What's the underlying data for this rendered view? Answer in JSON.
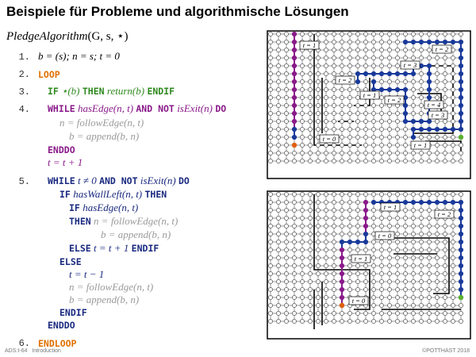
{
  "slide": {
    "title": "Beispiele für Probleme und algorithmische Lösungen",
    "algorithm_name": "PledgeAlgorithm",
    "algorithm_args": "(G, s, ⋆)"
  },
  "code": {
    "numbers": [
      "1.",
      "2.",
      "3.",
      "4.",
      "5.",
      "6."
    ],
    "l1": "b = (s);  n = s;  t = 0",
    "l2_loop": "LOOP",
    "l3_if": "IF",
    "l3_cond": "⋆(b)",
    "l3_then": "THEN",
    "l3_ret": "return",
    "l3_retarg": "(b)",
    "l3_endif": "ENDIF",
    "l4_while": "WHILE",
    "l4_hasedge": "hasEdge",
    "l4_args": "(n, t)",
    "l4_andnot": "AND NOT",
    "l4_isexit": "isExit",
    "l4_isexitarg": "(n)",
    "l4_do": "DO",
    "l4_follow": "n = followEdge(n, t)",
    "l4_append": "b = append(b, n)",
    "l4_enddo": "ENDDO",
    "l4_inc": "t = t + 1",
    "l5_while": "WHILE",
    "l5_cond": "t ≠ 0",
    "l5_andnot": "AND NOT",
    "l5_isexit": "isExit",
    "l5_isexitarg": "(n)",
    "l5_do": "DO",
    "l5_if": "IF",
    "l5_haswallleft": "hasWallLeft",
    "l5_args": "(n, t)",
    "l5_then": "THEN",
    "l5_if2": "IF",
    "l5_hasedge": "hasEdge",
    "l5_args2": "(n, t)",
    "l5_then2": "THEN",
    "l5_follow": "n = followEdge(n, t)",
    "l5_append": "b = append(b, n)",
    "l5_else": "ELSE",
    "l5_inc": "t = t + 1",
    "l5_endif": "ENDIF",
    "l5_else2": "ELSE",
    "l5_dec": "t = t − 1",
    "l5_follow2": "n = followEdge(n, t)",
    "l5_append2": "b = append(b, n)",
    "l5_endif2": "ENDIF",
    "l5_enddo": "ENDDO",
    "l6": "ENDLOOP"
  },
  "maze_top": {
    "labels": [
      "t = 1",
      "t = 2",
      "t = 3",
      "t = 2",
      "t = 1",
      "t = 2",
      "t = 4",
      "t = 3",
      "t = 0",
      "t = 1"
    ]
  },
  "maze_bottom": {
    "labels": [
      "t = 1",
      "t = 2",
      "t = 0",
      "t = 1",
      "t = 0"
    ]
  },
  "colors": {
    "purple": "#8a1a8a",
    "navy": "#1a3a9a",
    "orange": "#e06010",
    "green": "#5ab030",
    "keyword_orange": "#e07000",
    "keyword_green": "#2f8a1f"
  },
  "footer": {
    "left_code": "ADS:I-64",
    "left_section": "Introduction",
    "right": "©POTTHAST 2018"
  }
}
